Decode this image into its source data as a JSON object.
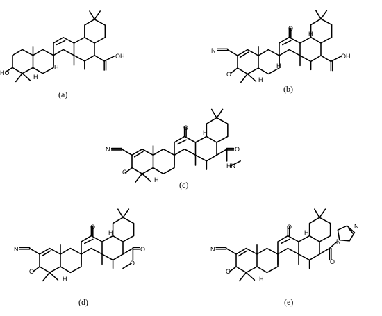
{
  "panels": [
    {
      "id": "a",
      "label": "(a)",
      "atoms": {
        "hydroxyl": "HO",
        "acid": "OH",
        "h1": "H",
        "h2": "H"
      }
    },
    {
      "id": "b",
      "label": "(b)",
      "atoms": {
        "nitrile_n": "N",
        "ketone_o1": "O",
        "ketone_o2": "O",
        "acid": "OH",
        "h1": "H",
        "h2": "H",
        "h3": "H"
      }
    },
    {
      "id": "c",
      "label": "(c)",
      "atoms": {
        "nitrile_n": "N",
        "ketone_o1": "O",
        "ketone_o2": "O",
        "amide_o": "O",
        "amide_nh": "HN",
        "h1": "H",
        "h2": "H"
      }
    },
    {
      "id": "d",
      "label": "(d)",
      "atoms": {
        "nitrile_n": "N",
        "ketone_o1": "O",
        "ketone_o2": "O",
        "ester_o1": "O",
        "ester_o2": "O",
        "h1": "H",
        "h2": "H"
      }
    },
    {
      "id": "e",
      "label": "(e)",
      "atoms": {
        "nitrile_n": "N",
        "ketone_o1": "O",
        "ketone_o2": "O",
        "carbonyl_o": "O",
        "imidazole_n1": "N",
        "imidazole_n2": "N",
        "h1": "H",
        "h2": "H"
      }
    }
  ]
}
